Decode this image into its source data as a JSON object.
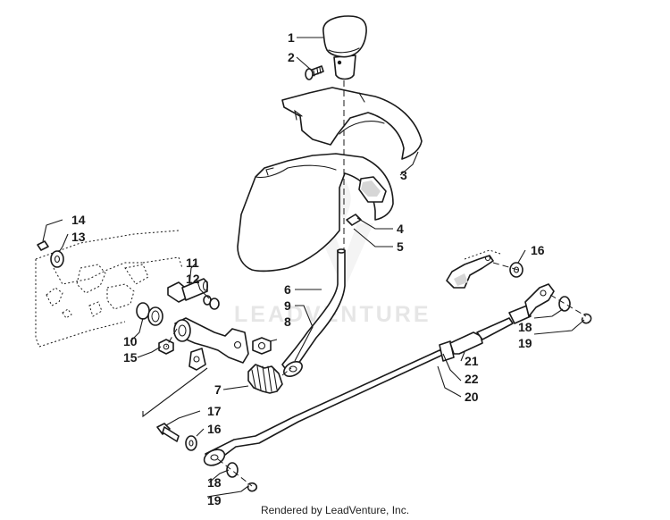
{
  "watermark": "LEADVENTURE",
  "footer": "Rendered by LeadVenture, Inc.",
  "callouts": [
    {
      "id": "c1",
      "label": "1"
    },
    {
      "id": "c2",
      "label": "2"
    },
    {
      "id": "c3",
      "label": "3"
    },
    {
      "id": "c4",
      "label": "4"
    },
    {
      "id": "c5",
      "label": "5"
    },
    {
      "id": "c6",
      "label": "6"
    },
    {
      "id": "c9",
      "label": "9"
    },
    {
      "id": "c8",
      "label": "8"
    },
    {
      "id": "c11",
      "label": "11"
    },
    {
      "id": "c12",
      "label": "12"
    },
    {
      "id": "c14",
      "label": "14"
    },
    {
      "id": "c13",
      "label": "13"
    },
    {
      "id": "c10",
      "label": "10"
    },
    {
      "id": "c15",
      "label": "15"
    },
    {
      "id": "c7",
      "label": "7"
    },
    {
      "id": "c17",
      "label": "17"
    },
    {
      "id": "c16a",
      "label": "16"
    },
    {
      "id": "c18a",
      "label": "18"
    },
    {
      "id": "c19a",
      "label": "19"
    },
    {
      "id": "c16b",
      "label": "16"
    },
    {
      "id": "c18b",
      "label": "18"
    },
    {
      "id": "c19b",
      "label": "19"
    },
    {
      "id": "c21",
      "label": "21"
    },
    {
      "id": "c22",
      "label": "22"
    },
    {
      "id": "c20",
      "label": "20"
    }
  ]
}
